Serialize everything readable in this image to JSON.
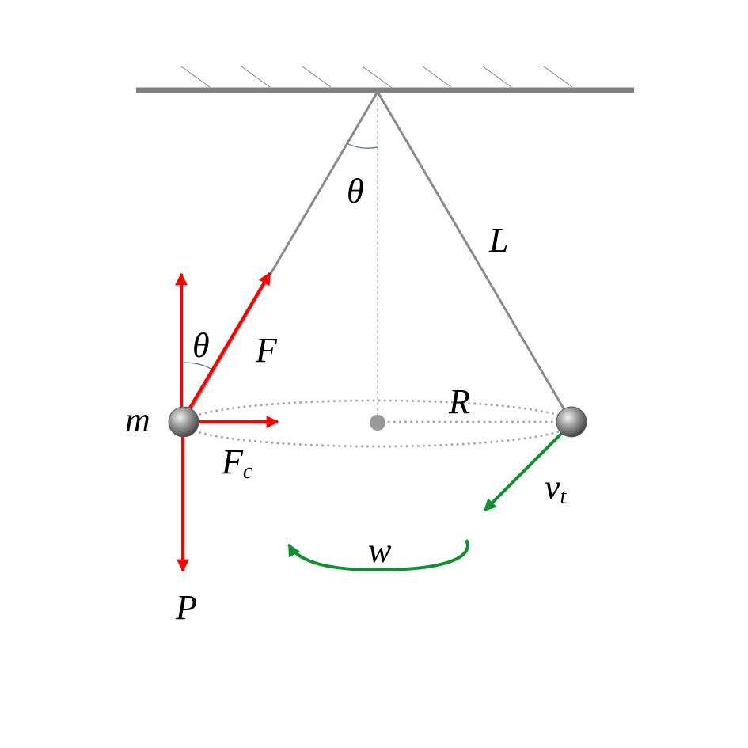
{
  "labels": {
    "theta_top": "θ",
    "theta_side": "θ",
    "length": "L",
    "force": "F",
    "mass": "m",
    "centripetal_base": "F",
    "centripetal_sub": "c",
    "radius": "R",
    "velocity_base": "v",
    "velocity_sub": "t",
    "angular": "w",
    "weight": "P"
  },
  "colors": {
    "ceiling": "#808080",
    "string": "#8a8a8a",
    "axis": "#9a9a9a",
    "orbit": "#a8a8a8",
    "force_vectors": "#ff0000",
    "motion_vectors": "#0f9130",
    "angle_arc": "#3e6f8e"
  }
}
